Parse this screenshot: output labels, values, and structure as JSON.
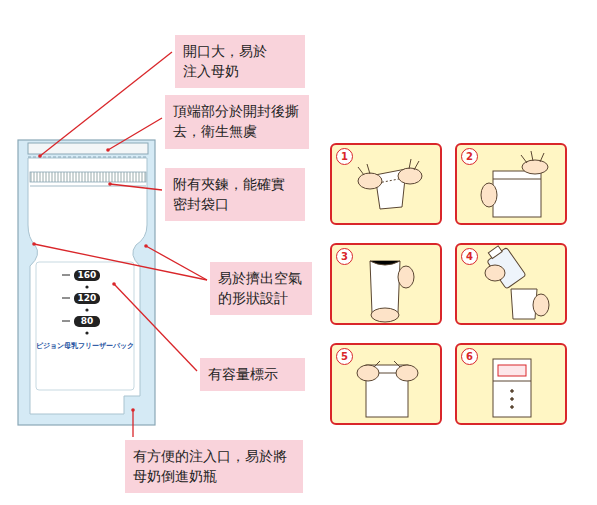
{
  "diagram": {
    "nodes": [
      {
        "text": [
          "開口大，易於 注入母奶"
        ]
      },
      {
        "text": [
          "頂端部分於開封後撕去，衛生無虞"
        ]
      },
      {
        "text": [
          "附有夾鍊，能確實密封袋口"
        ]
      },
      {
        "text": [
          "易於擠出空氣的形狀設計"
        ]
      },
      {
        "text": [
          "有容量標示"
        ]
      },
      {
        "text": [
          "有方便的注入口，易於將母奶倒進奶瓶"
        ]
      },
      {
        "text": [
          "1"
        ]
      },
      {
        "text": [
          "2"
        ]
      },
      {
        "text": [
          "3"
        ]
      },
      {
        "text": [
          "4"
        ]
      },
      {
        "text": [
          "5"
        ]
      },
      {
        "text": [
          "6"
        ]
      }
    ],
    "labels": [
      "160",
      "120",
      "80",
      "ピジョン母乳フリーザーパック"
    ]
  }
}
